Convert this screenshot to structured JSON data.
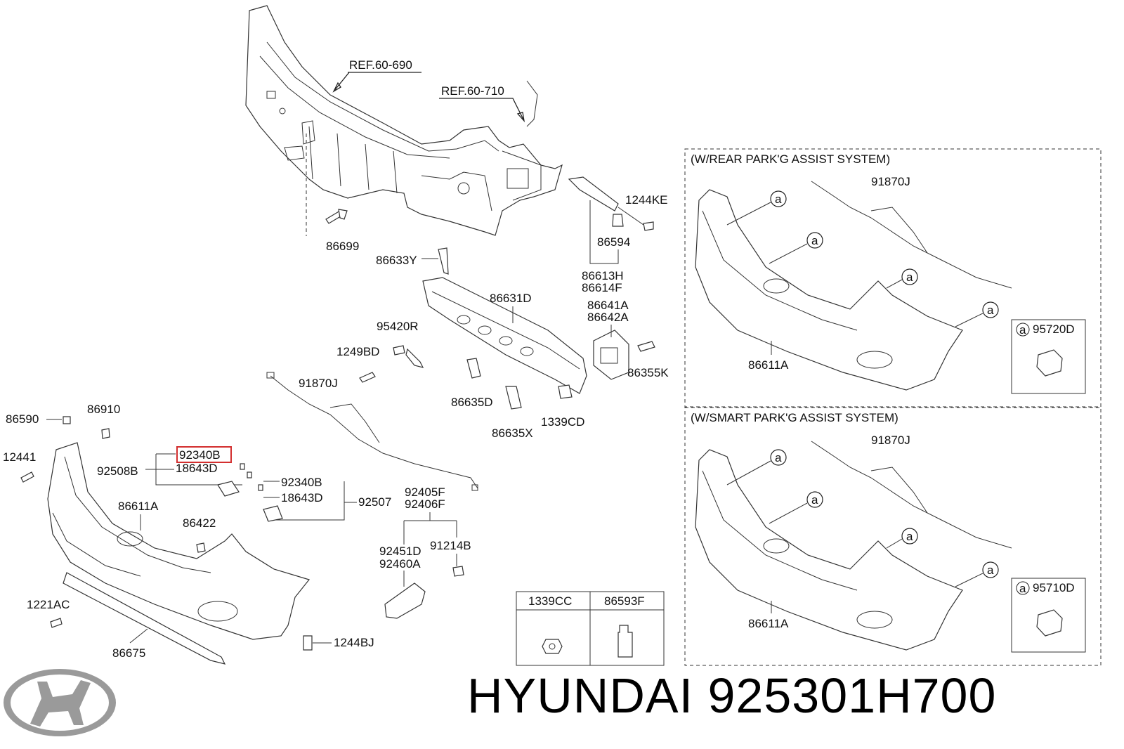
{
  "refs": {
    "ref1": "REF.60-690",
    "ref2": "REF.60-710"
  },
  "labels": {
    "p1244KE": "1244KE",
    "p86699": "86699",
    "p86594": "86594",
    "p86613H": "86613H",
    "p86614F": "86614F",
    "p86633Y": "86633Y",
    "p86631D": "86631D",
    "p86641A": "86641A",
    "p86642A": "86642A",
    "p95420R": "95420R",
    "p1249BD": "1249BD",
    "p86355K": "86355K",
    "p91870J": "91870J",
    "p86635D": "86635D",
    "p86635X": "86635X",
    "p1339CD": "1339CD",
    "p86590": "86590",
    "p86910": "86910",
    "p12441": "12441",
    "p92340B_hl": "92340B",
    "p18643D": "18643D",
    "p92508B": "92508B",
    "p92340B": "92340B",
    "p18643D_b": "18643D",
    "p92507": "92507",
    "p92405F": "92405F",
    "p92406F": "92406F",
    "p86611A": "86611A",
    "p86422": "86422",
    "p92451D": "92451D",
    "p92460A": "92460A",
    "p91214B": "91214B",
    "p1221AC": "1221AC",
    "p86675": "86675",
    "p1244BJ": "1244BJ"
  },
  "fastener_table": {
    "col1": "1339CC",
    "col2": "86593F"
  },
  "inset_rear": {
    "title": "(W/REAR PARK'G ASSIST SYSTEM)",
    "harness": "91870J",
    "bumper": "86611A",
    "callout": "a",
    "sensor_part": "95720D"
  },
  "inset_smart": {
    "title": "(W/SMART PARK'G ASSIST SYSTEM)",
    "harness": "91870J",
    "bumper": "86611A",
    "callout": "a",
    "sensor_part": "95710D"
  },
  "brand": {
    "text": "HYUNDAI 925301H700"
  },
  "colors": {
    "highlight": "#d32f2f",
    "line": "#222222"
  }
}
